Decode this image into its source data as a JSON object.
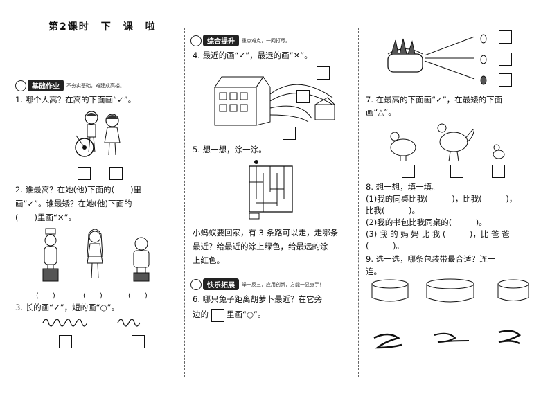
{
  "title": "第2课时　下　课　啦",
  "sections": {
    "basic": {
      "label": "基础作业",
      "subtitle": "不夯实基础，难建成高楼。"
    },
    "comprehensive": {
      "label": "综合提升",
      "subtitle": "重点难点，一网打尽。"
    },
    "extension": {
      "label": "快乐拓展",
      "subtitle": "举一反三，应用创新，方能一显身手！"
    }
  },
  "questions": {
    "q1": "1. 哪个人高？在高的下面画“✓”。",
    "q2_line1": "2. 谁最高？在她(他)下面的(　　)里",
    "q2_line2": "画“✓”。谁最矮？在她(他)下面的",
    "q2_line3": "(　　)里画“✕”。",
    "q2_parens": [
      "(　　)",
      "(　　)",
      "(　　)"
    ],
    "q3": "3. 长的画“✓”，短的画“○”。",
    "q4": "4. 最近的画“✓”，最远的画“✕”。",
    "q5": "5. 想一想，涂一涂。",
    "q5_line1": "小蚂蚁要回家，有 3 条路可以走，走哪条",
    "q5_line2": "最近？给最近的涂上绿色，给最远的涂",
    "q5_line3": "上红色。",
    "q6_line1": "6. 哪只兔子距离胡萝卜最近？在它旁",
    "q6_line2a": "边的",
    "q6_line2b": "里画“○”。",
    "q7_line1": "7. 在最高的下面画“✓”，在最矮的下面",
    "q7_line2": "画“△”。",
    "q8": "8. 想一想，填一填。",
    "q8_1a": "(1)我的同桌比我(　　　)，比我(　　　)，",
    "q8_1b": "比我(　　　)。",
    "q8_2": "(2)我的书包比我同桌的(　　　)。",
    "q8_3a": "(3) 我 的 妈 妈 比 我 (　　　)，比 爸 爸",
    "q8_3b": "(　　　)。",
    "q9_line1": "9. 选一选，哪条包装带最合适？连一",
    "q9_line2": "连。"
  }
}
